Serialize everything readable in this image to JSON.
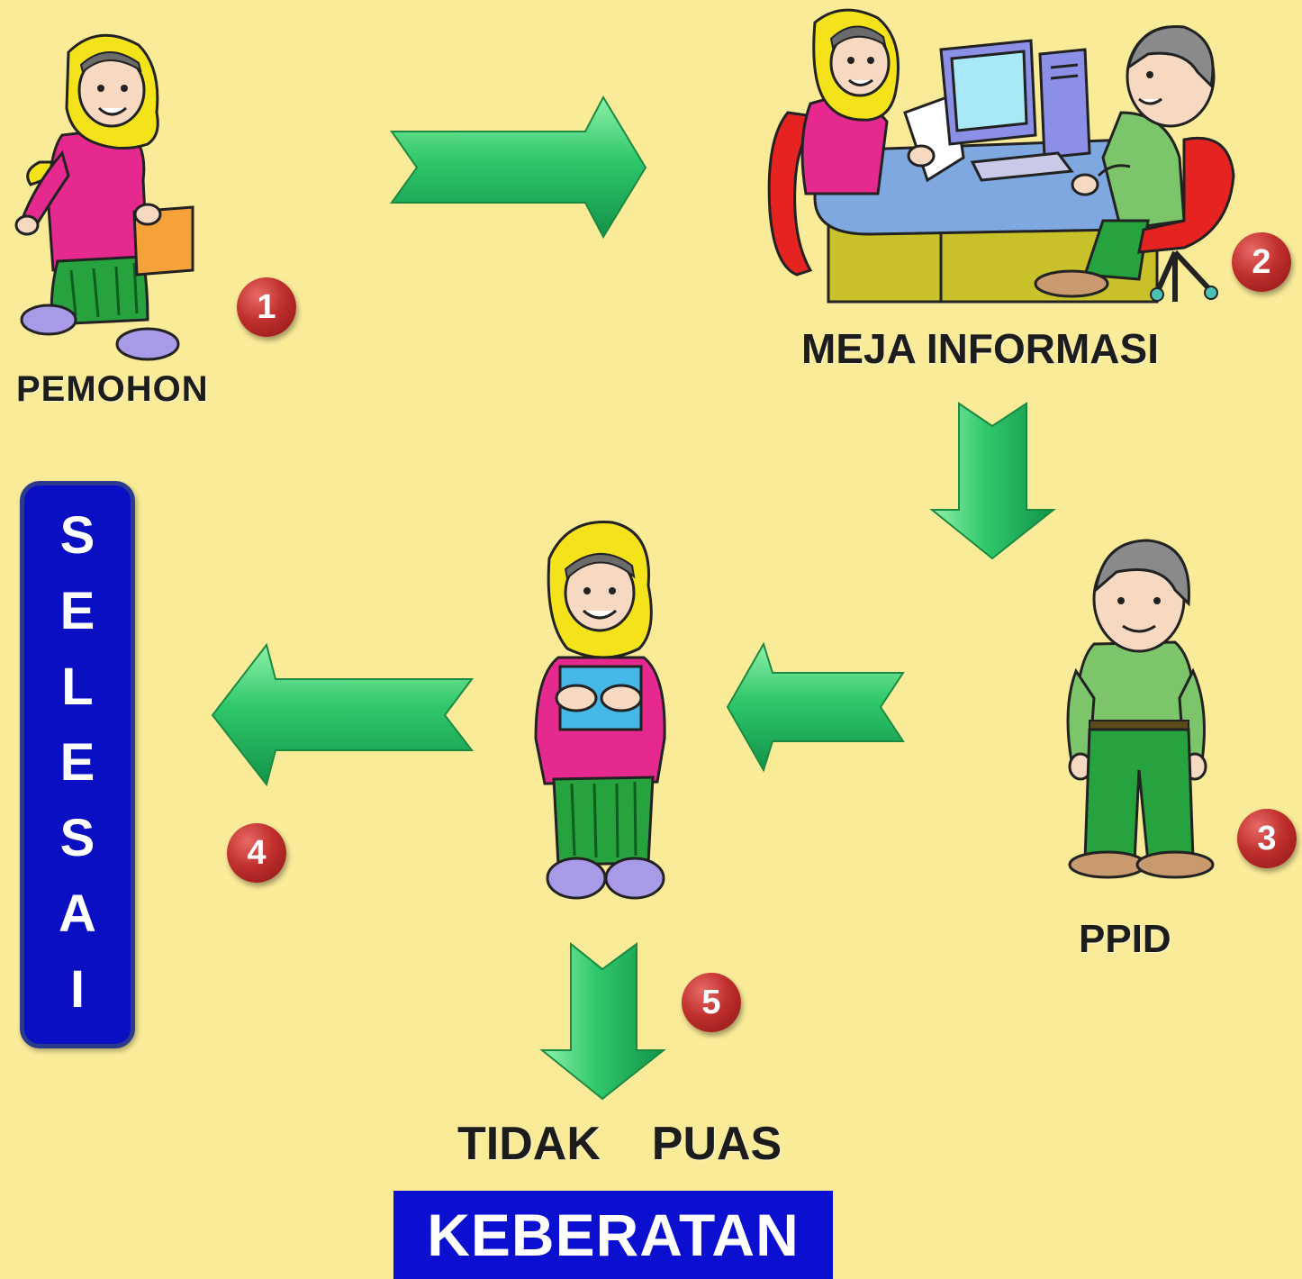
{
  "nodes": {
    "pemohon": "PEMOHON",
    "meja_informasi": "MEJA INFORMASI",
    "ppid": "PPID",
    "tidak_puas": "TIDAK  PUAS",
    "keberatan": "KEBERATAN",
    "selesai_letters": [
      "S",
      "E",
      "L",
      "E",
      "S",
      "A",
      "I"
    ]
  },
  "steps": [
    "1",
    "2",
    "3",
    "4",
    "5"
  ],
  "colors": {
    "background": "#faeb98",
    "arrow": "#2fc76a",
    "badge": "#c0302d",
    "box": "#0a0fc4"
  },
  "icons": [
    "pemohon-woman-icon",
    "info-desk-computer-icon",
    "ppid-officer-icon",
    "satisfied-woman-icon",
    "green-arrow-icon"
  ]
}
